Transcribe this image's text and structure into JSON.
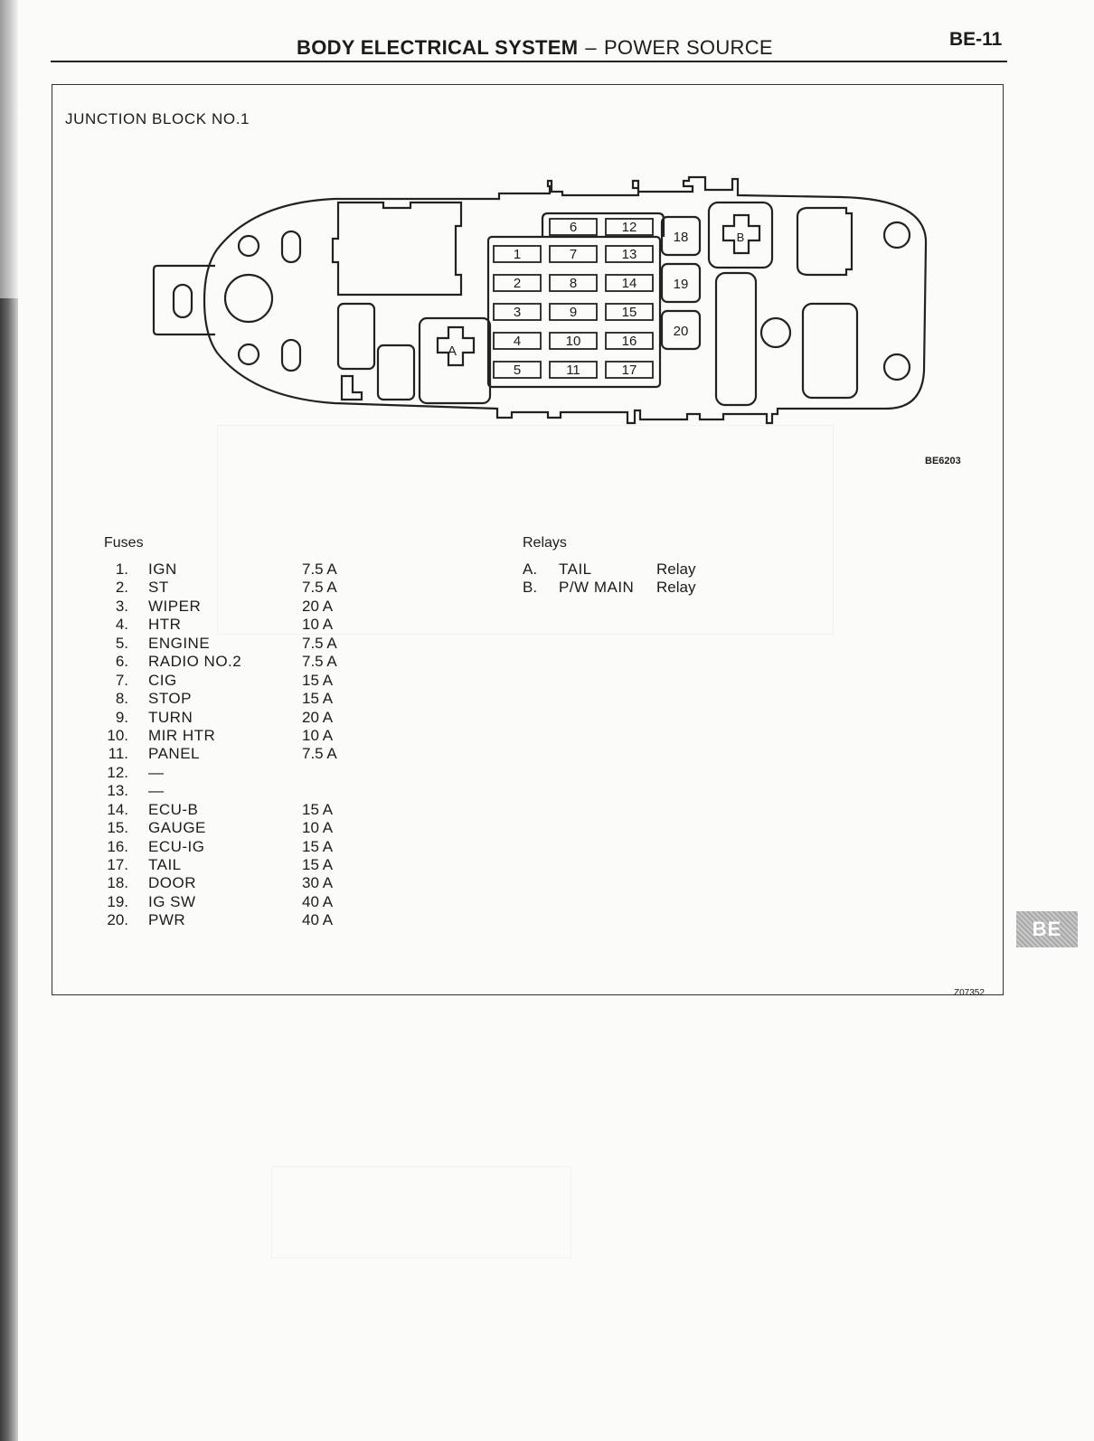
{
  "header": {
    "title_bold": "BODY ELECTRICAL SYSTEM",
    "separator": "–",
    "title_rest": "POWER SOURCE",
    "page_number": "BE-11"
  },
  "section_title": "JUNCTION BLOCK NO.1",
  "diagram": {
    "figure_code": "BE6203",
    "relay_labels": [
      "A",
      "B"
    ],
    "fuse_slots": [
      "1",
      "2",
      "3",
      "4",
      "5",
      "6",
      "7",
      "8",
      "9",
      "10",
      "11",
      "12",
      "13",
      "14",
      "15",
      "16",
      "17",
      "18",
      "19",
      "20"
    ]
  },
  "fuses": {
    "heading": "Fuses",
    "items": [
      {
        "num": "1.",
        "name": "IGN",
        "amp": "7.5 A"
      },
      {
        "num": "2.",
        "name": "ST",
        "amp": "7.5 A"
      },
      {
        "num": "3.",
        "name": "WIPER",
        "amp": "20 A"
      },
      {
        "num": "4.",
        "name": "HTR",
        "amp": "10 A"
      },
      {
        "num": "5.",
        "name": "ENGINE",
        "amp": "7.5 A"
      },
      {
        "num": "6.",
        "name": "RADIO NO.2",
        "amp": "7.5 A"
      },
      {
        "num": "7.",
        "name": "CIG",
        "amp": "15 A"
      },
      {
        "num": "8.",
        "name": "STOP",
        "amp": "15 A"
      },
      {
        "num": "9.",
        "name": "TURN",
        "amp": "20 A"
      },
      {
        "num": "10.",
        "name": "MIR HTR",
        "amp": "10 A"
      },
      {
        "num": "11.",
        "name": "PANEL",
        "amp": "7.5 A"
      },
      {
        "num": "12.",
        "name": "—",
        "amp": ""
      },
      {
        "num": "13.",
        "name": "—",
        "amp": ""
      },
      {
        "num": "14.",
        "name": "ECU-B",
        "amp": "15 A"
      },
      {
        "num": "15.",
        "name": "GAUGE",
        "amp": "10 A"
      },
      {
        "num": "16.",
        "name": "ECU-IG",
        "amp": "15 A"
      },
      {
        "num": "17.",
        "name": "TAIL",
        "amp": "15 A"
      },
      {
        "num": "18.",
        "name": "DOOR",
        "amp": "30 A"
      },
      {
        "num": "19.",
        "name": "IG SW",
        "amp": "40 A"
      },
      {
        "num": "20.",
        "name": "PWR",
        "amp": "40 A"
      }
    ]
  },
  "relays": {
    "heading": "Relays",
    "items": [
      {
        "letter": "A.",
        "name": "TAIL",
        "type": "Relay"
      },
      {
        "letter": "B.",
        "name": "P/W MAIN",
        "type": "Relay"
      }
    ]
  },
  "bottom_code": "Z07352",
  "tab_label": "BE"
}
